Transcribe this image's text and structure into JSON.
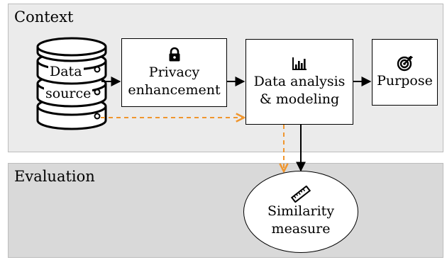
{
  "context": {
    "title": "Context"
  },
  "evaluation": {
    "title": "Evaluation"
  },
  "data_source": {
    "line1": "Data",
    "line2": "source"
  },
  "privacy": {
    "line1": "Privacy",
    "line2": "enhancement",
    "icon": "lock-icon"
  },
  "analysis": {
    "line1": "Data analysis",
    "line2": "& modeling",
    "icon": "bar-chart-icon"
  },
  "purpose": {
    "label": "Purpose",
    "icon": "target-icon"
  },
  "similarity": {
    "line1": "Similarity",
    "line2": "measure",
    "icon": "ruler-icon"
  },
  "colors": {
    "dashed_arrow": "#f0962e",
    "context_bg": "#ebebeb",
    "evaluation_bg": "#d9d9d9"
  }
}
